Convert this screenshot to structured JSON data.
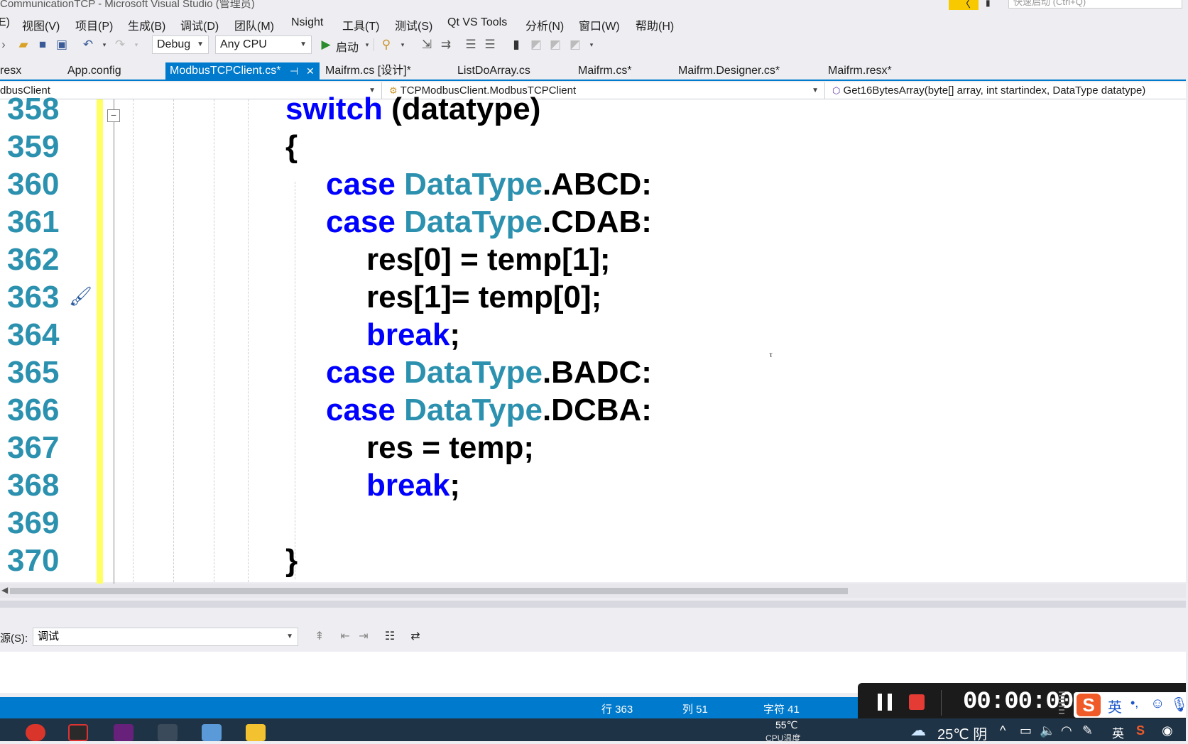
{
  "window": {
    "title": "CommunicationTCP - Microsoft Visual Studio (管理员)",
    "quick_launch_placeholder": "快速启动 (Ctrl+Q)"
  },
  "menu": [
    "E)",
    "视图(V)",
    "项目(P)",
    "生成(B)",
    "调试(D)",
    "团队(M)",
    "Nsight",
    "工具(T)",
    "测试(S)",
    "Qt VS Tools",
    "分析(N)",
    "窗口(W)",
    "帮助(H)"
  ],
  "toolbar": {
    "configuration": "Debug",
    "platform": "Any CPU",
    "start_label": "启动"
  },
  "tabs": [
    {
      "label": "resx",
      "active": false
    },
    {
      "label": "App.config",
      "active": false
    },
    {
      "label": "ModbusTCPClient.cs*",
      "active": true
    },
    {
      "label": "Maifrm.cs [设计]*",
      "active": false
    },
    {
      "label": "ListDoArray.cs",
      "active": false
    },
    {
      "label": "Maifrm.cs*",
      "active": false
    },
    {
      "label": "Maifrm.Designer.cs*",
      "active": false
    },
    {
      "label": "Maifrm.resx*",
      "active": false
    }
  ],
  "navbar": {
    "project": "dbusClient",
    "type": "TCPModbusClient.ModbusTCPClient",
    "member": "Get16BytesArray(byte[] array, int startindex, DataType datatype)"
  },
  "code_lines": [
    {
      "num": "358",
      "parts": [
        [
          "kw",
          "switch"
        ],
        [
          "pl",
          " (datatype)"
        ]
      ]
    },
    {
      "num": "359",
      "parts": [
        [
          "pl",
          "{"
        ]
      ]
    },
    {
      "num": "360",
      "parts": [
        [
          "kw",
          "case"
        ],
        [
          "pl",
          " "
        ],
        [
          "ty",
          "DataType"
        ],
        [
          "pl",
          ".ABCD:"
        ]
      ]
    },
    {
      "num": "361",
      "parts": [
        [
          "kw",
          "case"
        ],
        [
          "pl",
          " "
        ],
        [
          "ty",
          "DataType"
        ],
        [
          "pl",
          ".CDAB:"
        ]
      ]
    },
    {
      "num": "362",
      "parts": [
        [
          "pl",
          "res[0] = temp[1];"
        ]
      ]
    },
    {
      "num": "363",
      "parts": [
        [
          "pl",
          "res[1]= temp[0];"
        ]
      ]
    },
    {
      "num": "364",
      "parts": [
        [
          "kw",
          "break"
        ],
        [
          "pl",
          ";"
        ]
      ]
    },
    {
      "num": "365",
      "parts": [
        [
          "kw",
          "case"
        ],
        [
          "pl",
          " "
        ],
        [
          "ty",
          "DataType"
        ],
        [
          "pl",
          ".BADC:"
        ]
      ]
    },
    {
      "num": "366",
      "parts": [
        [
          "kw",
          "case"
        ],
        [
          "pl",
          " "
        ],
        [
          "ty",
          "DataType"
        ],
        [
          "pl",
          ".DCBA:"
        ]
      ]
    },
    {
      "num": "367",
      "parts": [
        [
          "pl",
          "res = temp;"
        ]
      ]
    },
    {
      "num": "368",
      "parts": [
        [
          "kw",
          "break"
        ],
        [
          "pl",
          ";"
        ]
      ]
    },
    {
      "num": "369",
      "parts": []
    },
    {
      "num": "370",
      "parts": [
        [
          "pl",
          "}"
        ]
      ]
    }
  ],
  "output": {
    "source_label": "源(S):",
    "source_value": "调试"
  },
  "status": {
    "row": "行 363",
    "col": "列 51",
    "char": "字符 41"
  },
  "recorder": {
    "time": "00:00:00"
  },
  "ime": {
    "mode": "英",
    "punct": "•,"
  },
  "taskbar": {
    "cpu_temp": "55℃",
    "cpu_label": "CPU温度",
    "weather": "25℃ 阴",
    "lang": "英"
  },
  "colors": {
    "accent": "#007acc",
    "keyword": "#0000ff",
    "type": "#2b91af",
    "line_number": "#2b91af",
    "change_marker": "#ffff62"
  }
}
